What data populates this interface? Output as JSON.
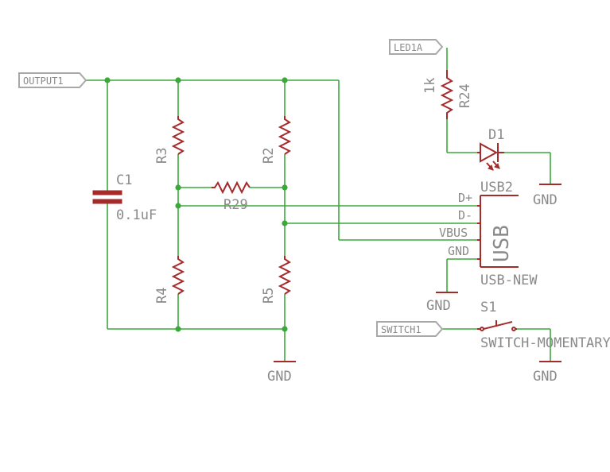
{
  "ports": {
    "output": "OUTPUT1",
    "led": "LED1A",
    "switch": "SWITCH1"
  },
  "components": {
    "r3": "R3",
    "r2": "R2",
    "r29": "R29",
    "r4": "R4",
    "r5": "R5",
    "c1_name": "C1",
    "c1_value": "0.1uF",
    "r24_name": "R24",
    "r24_value": "1k",
    "d1": "D1",
    "usb_name": "USB2",
    "usb_body": "USB",
    "usb_value": "USB-NEW",
    "s1_name": "S1",
    "s1_value": "SWITCH-MOMENTARY",
    "gnd": "GND"
  },
  "usb_pins": {
    "dplus": "D+",
    "dminus": "D-",
    "vbus": "VBUS",
    "gnd": "GND"
  },
  "colors": {
    "wire": "#3aa83a",
    "part": "#a52a2a",
    "label": "#8a8a8a",
    "port": "#a8a8a8"
  }
}
